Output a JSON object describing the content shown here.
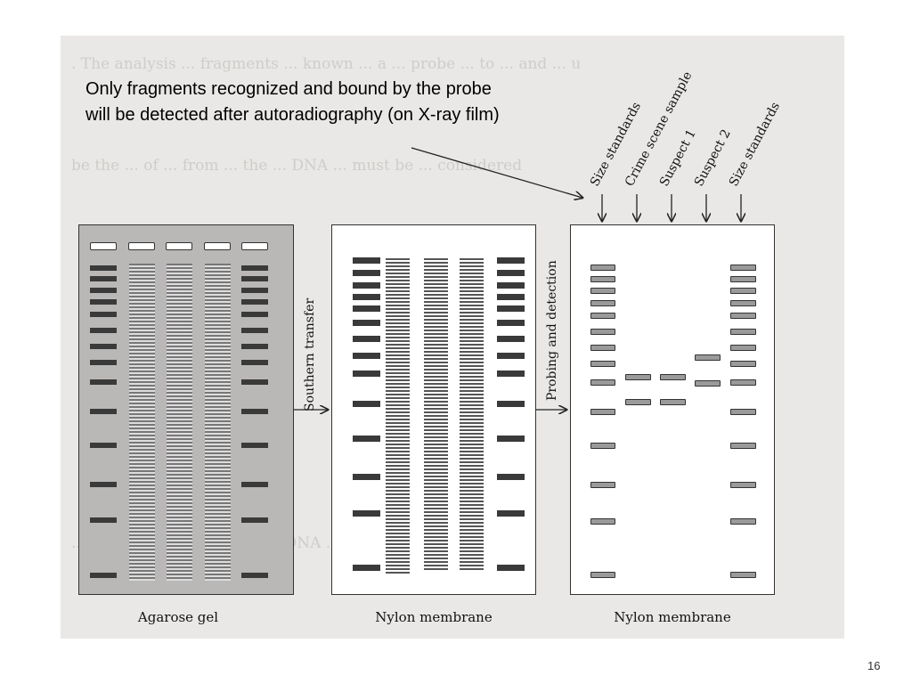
{
  "callout": {
    "text": "Only fragments recognized and bound by the probe will be detected after autoradiography (on X-ray film)"
  },
  "steps": {
    "transfer": "Southern transfer",
    "probing": "Probing and detection"
  },
  "lanes": [
    "Size standards",
    "Crime scene sample",
    "Suspect 1",
    "Suspect 2",
    "Size standards"
  ],
  "captions": {
    "gel": "Agarose gel",
    "membrane1": "Nylon membrane",
    "membrane2": "Nylon membrane"
  },
  "page_number": "16"
}
